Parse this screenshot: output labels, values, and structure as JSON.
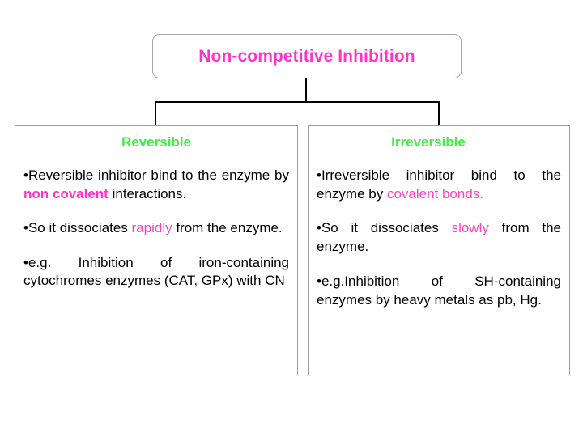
{
  "colors": {
    "title_pink": "#ff33cc",
    "header_green": "#44ee44",
    "highlight_pink": "#ff44bb",
    "body_black": "#000000",
    "box_border": "#9e9e9e",
    "connector": "#000000"
  },
  "title": {
    "text": "Non-competitive Inhibition"
  },
  "branches": [
    {
      "header": "Reversible",
      "bullets": [
        {
          "marker": "•",
          "segments": [
            {
              "text": "Reversible inhibitor bind to the enzyme by ",
              "style": "plain"
            },
            {
              "text": "non covalent",
              "style": "pink-bold"
            },
            {
              "text": " interactions.",
              "style": "plain"
            }
          ]
        },
        {
          "marker": "•",
          "segments": [
            {
              "text": "So it dissociates ",
              "style": "plain"
            },
            {
              "text": "rapidly",
              "style": "pink"
            },
            {
              "text": " from the enzyme.",
              "style": "plain"
            }
          ]
        },
        {
          "marker": "•",
          "segments": [
            {
              "text": "e.g. Inhibition of iron-containing cytochromes enzymes (CAT, GPx) with CN",
              "style": "plain"
            }
          ]
        }
      ]
    },
    {
      "header": "Irreversible",
      "bullets": [
        {
          "marker": "•",
          "segments": [
            {
              "text": "Irreversible inhibitor bind to the enzyme by ",
              "style": "plain"
            },
            {
              "text": "covalent bonds.",
              "style": "pink"
            }
          ]
        },
        {
          "marker": "•",
          "segments": [
            {
              "text": "So it dissociates ",
              "style": "plain"
            },
            {
              "text": "slowly",
              "style": "pink"
            },
            {
              "text": " from the enzyme.",
              "style": "plain"
            }
          ]
        },
        {
          "marker": "•",
          "segments": [
            {
              "text": "e.g.Inhibition of SH-containing enzymes by heavy metals as pb, Hg.",
              "style": "plain"
            }
          ]
        }
      ]
    }
  ]
}
